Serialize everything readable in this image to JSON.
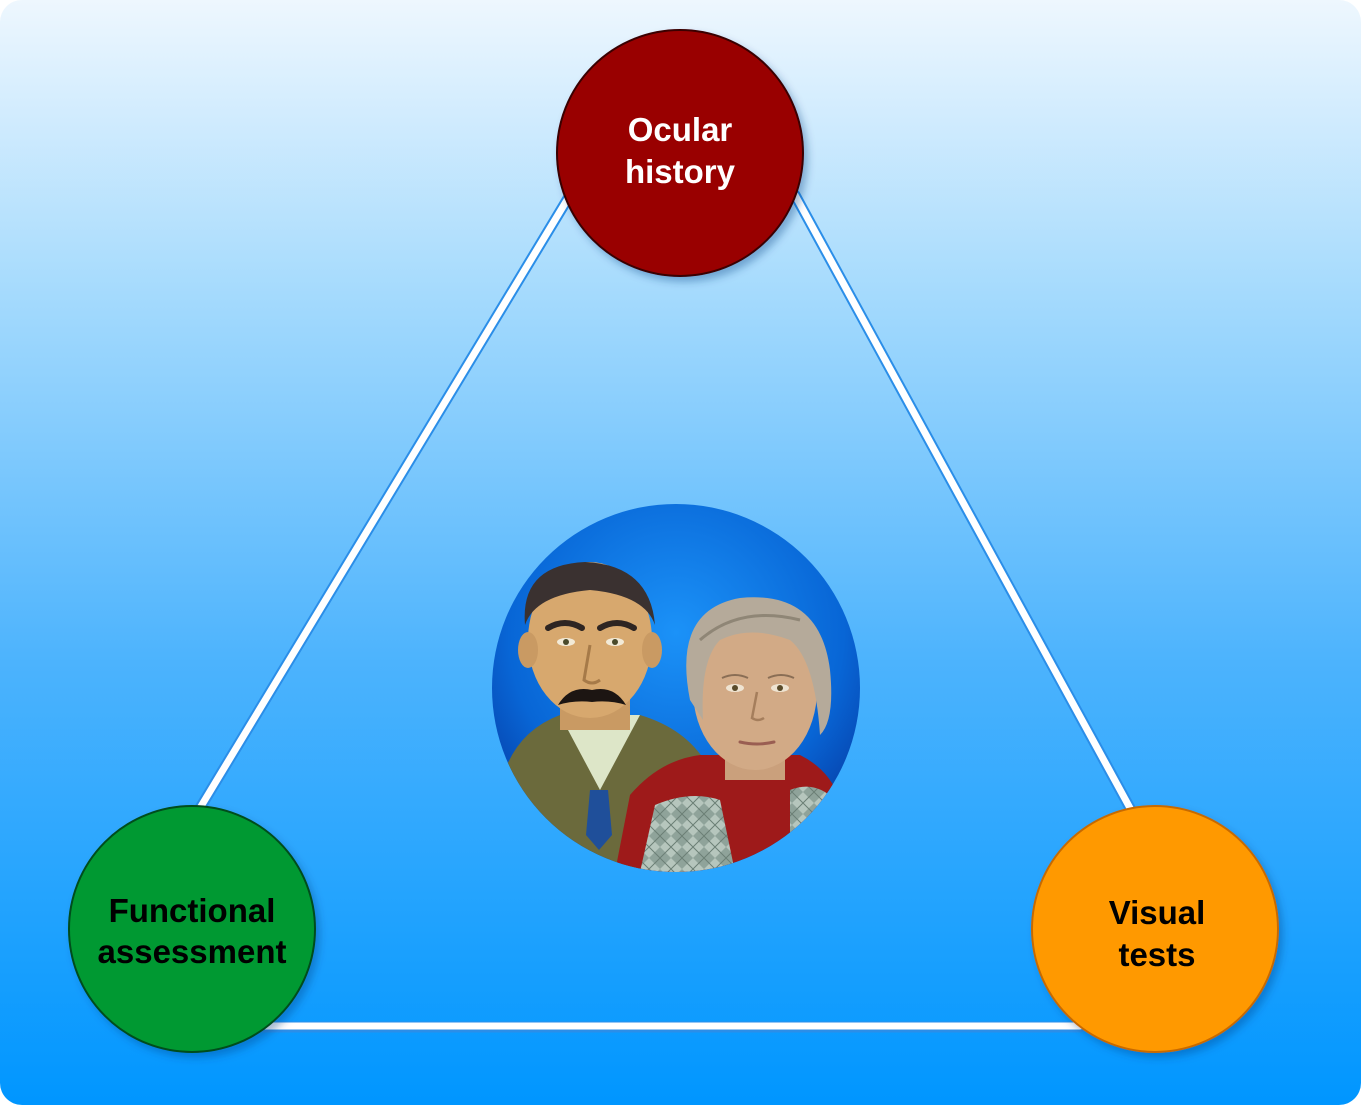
{
  "nodes": {
    "top": {
      "line1": "Ocular",
      "line2": "history",
      "fill": "#990000",
      "text_color": "#ffffff"
    },
    "left": {
      "line1": "Functional",
      "line2": "assessment",
      "fill": "#009933",
      "text_color": "#000000"
    },
    "right": {
      "line1": "Visual",
      "line2": "tests",
      "fill": "#ff9900",
      "text_color": "#000000"
    }
  },
  "center": {
    "illustration": "elderly-couple-portrait"
  },
  "colors": {
    "background_top": "#eef7fe",
    "background_bottom": "#0096ff",
    "edge": "#ffffff",
    "center_circle": "#0a79e8"
  }
}
